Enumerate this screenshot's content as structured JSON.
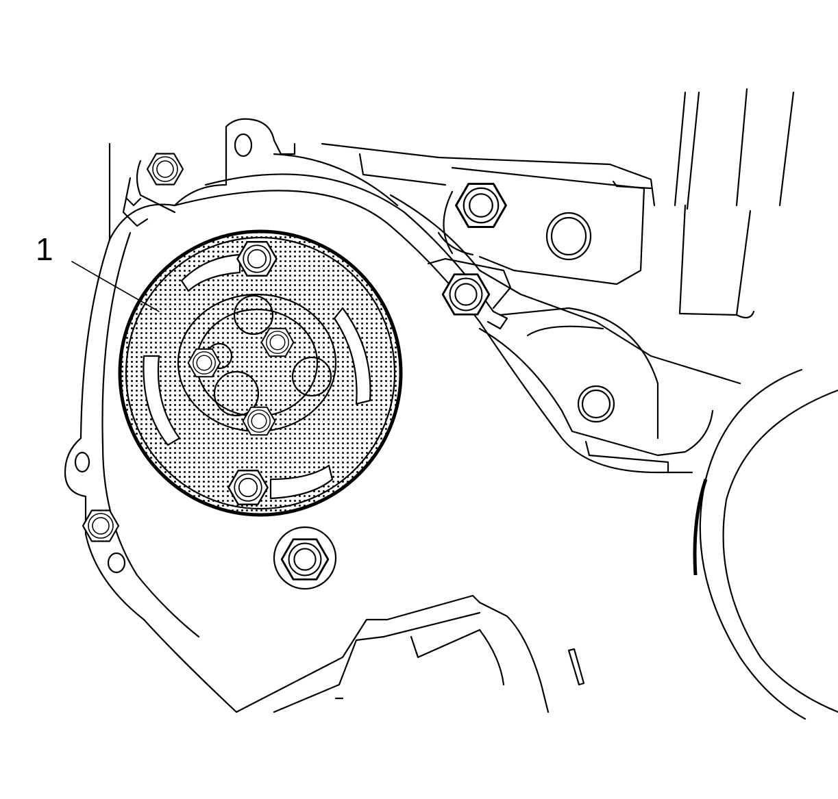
{
  "callouts": [
    {
      "label": "1"
    }
  ],
  "colors": {
    "line": "#000000",
    "background": "#ffffff",
    "highlight_pattern": "stipple-dots"
  },
  "icons": [
    "hex-bolt-icon",
    "stippled-highlight-pattern"
  ]
}
